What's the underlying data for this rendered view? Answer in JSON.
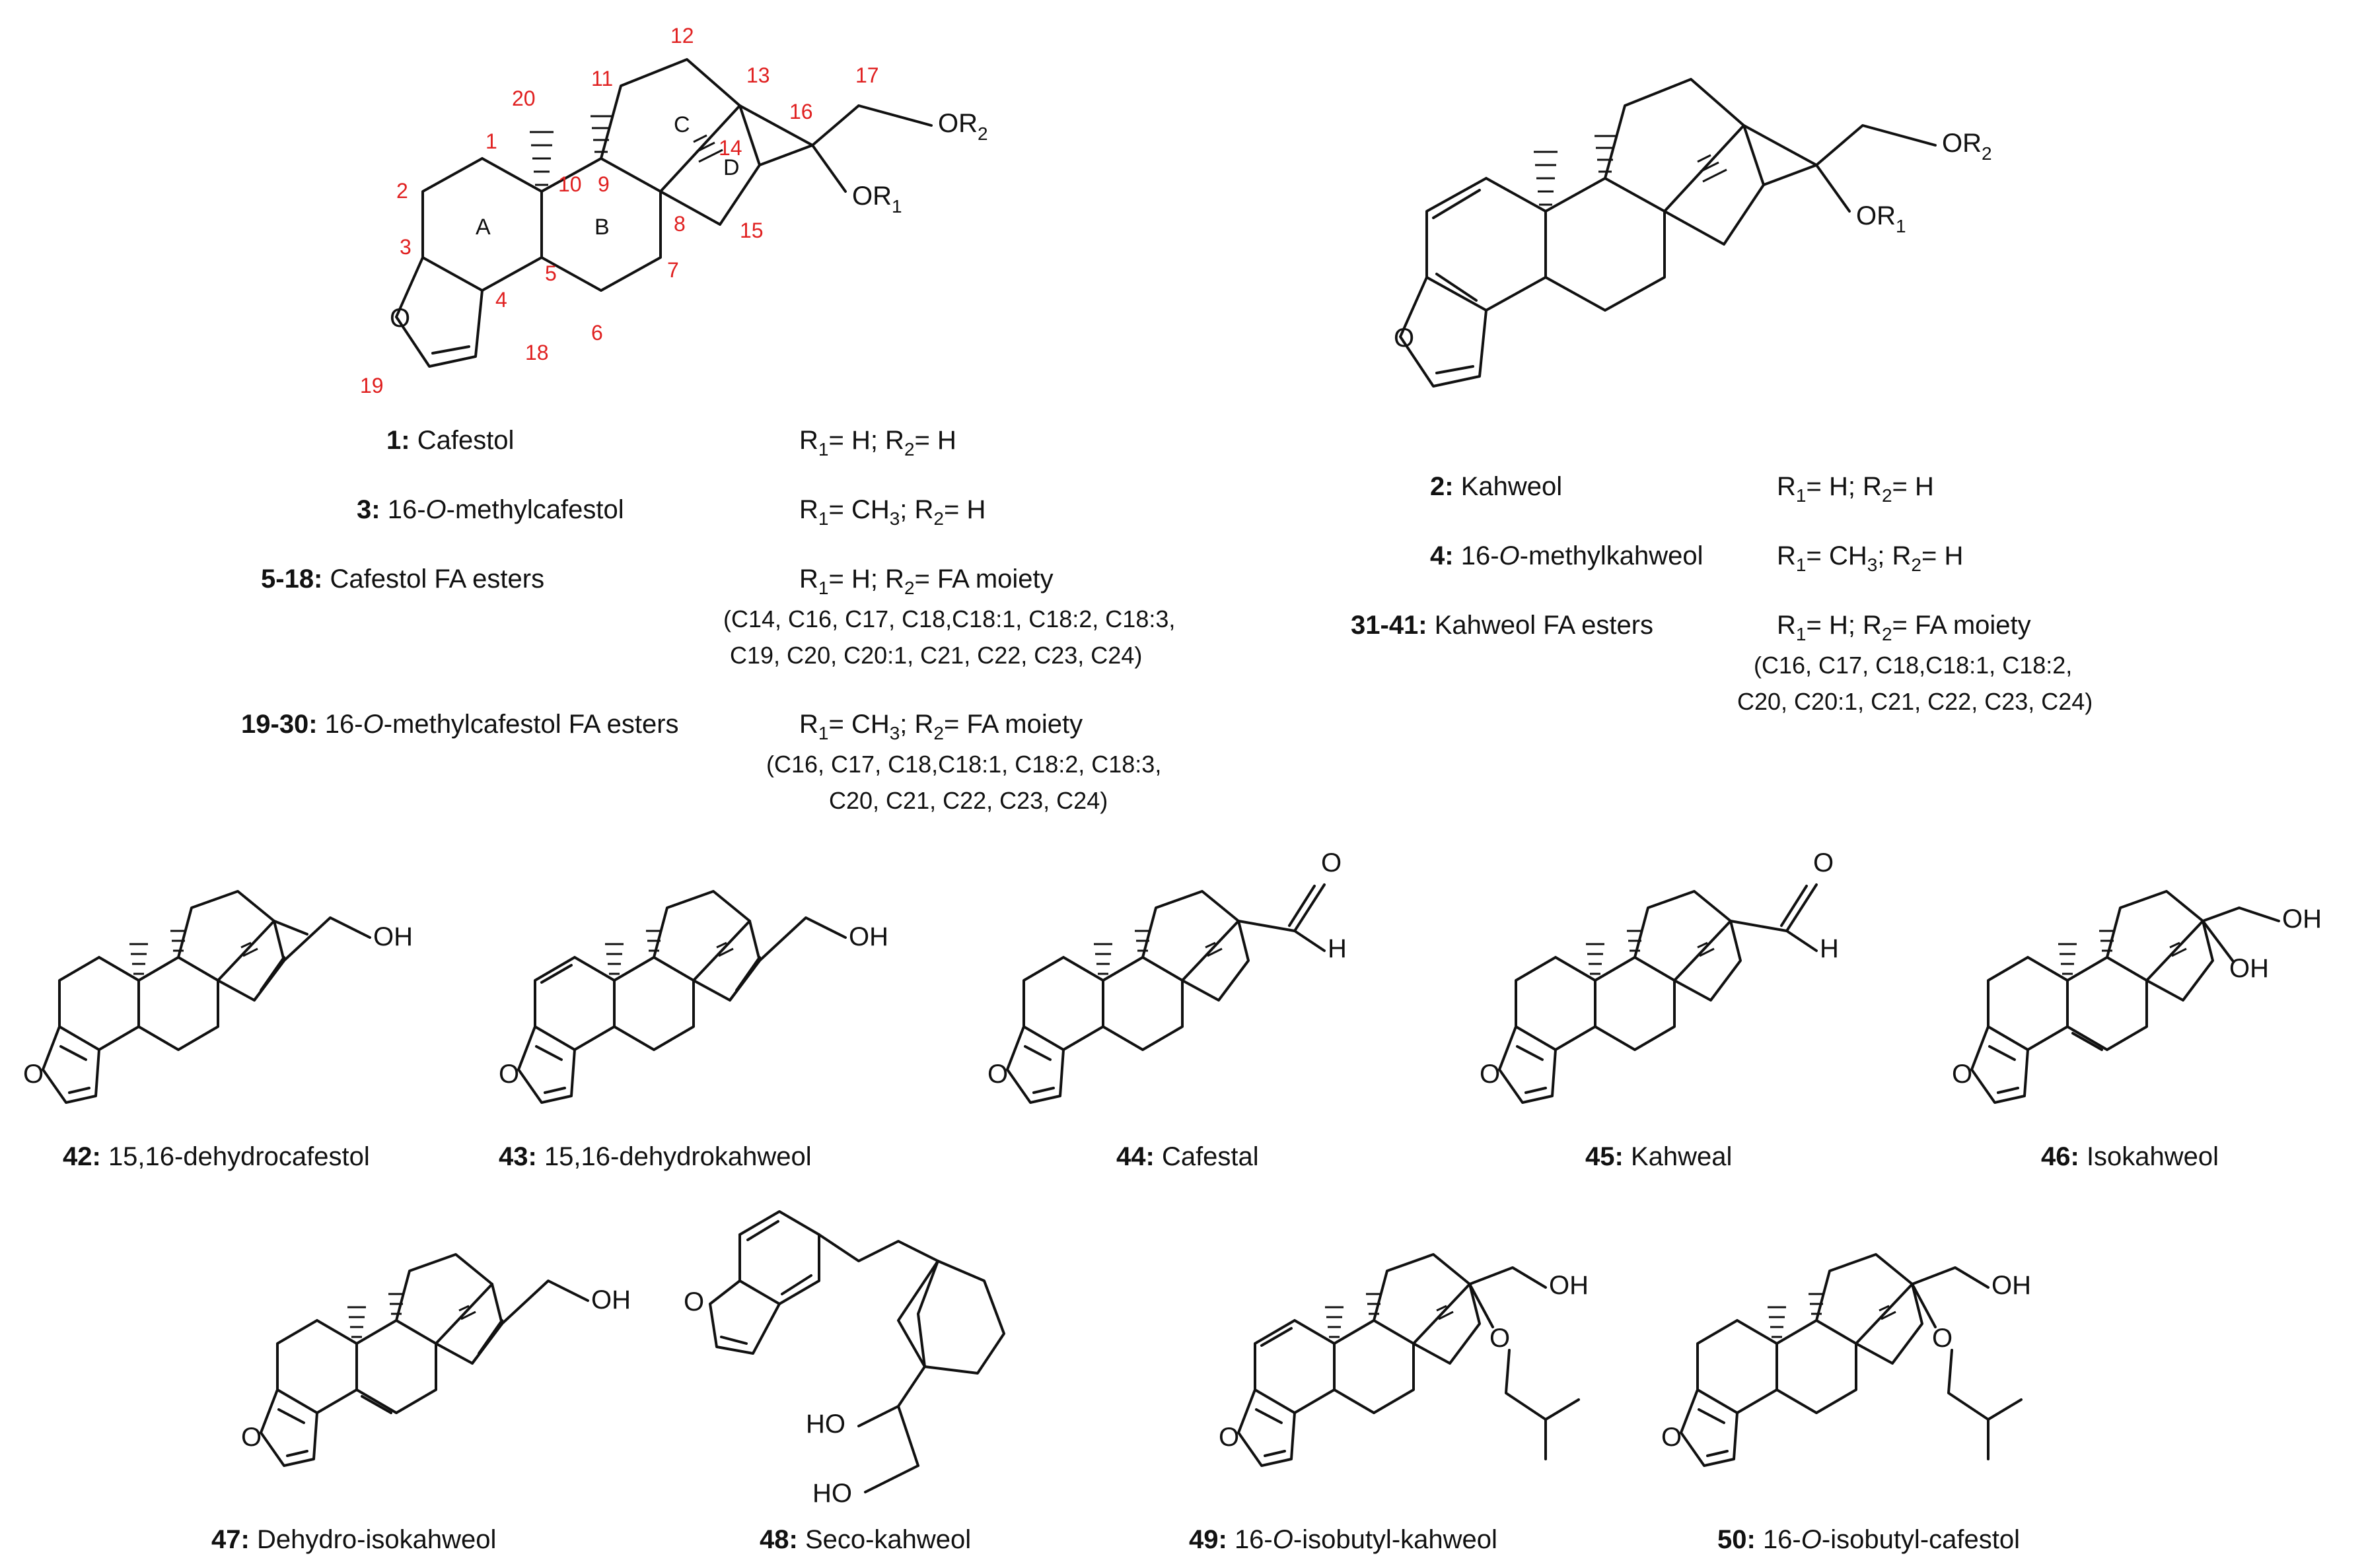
{
  "compounds": {
    "c1": {
      "id": "1:",
      "name": "Cafestol",
      "r": "R1 = H; R2 = H",
      "r1": "= H; R",
      "r2": "= H"
    },
    "c3": {
      "id": "3:",
      "name_pre": "16-",
      "name_it": "O",
      "name_post": "-methylcafestol",
      "r1": "= CH",
      "r2": "= H"
    },
    "c518": {
      "id": "5-18:",
      "name": "Cafestol FA esters",
      "r1": "= H; R",
      "r2": "= FA moiety",
      "chains1": "(C14, C16, C17, C18,C18:1, C18:2, C18:3,",
      "chains2": "C19, C20, C20:1, C21, C22, C23, C24)"
    },
    "c1930": {
      "id": "19-30:",
      "name_pre": "16-",
      "name_it": "O",
      "name_post": "-methylcafestol FA esters",
      "r1": "= CH",
      "r2": "= FA moiety",
      "chains1": "(C16, C17, C18,C18:1, C18:2, C18:3,",
      "chains2": "C20, C21, C22, C23, C24)"
    },
    "c2": {
      "id": "2:",
      "name": "Kahweol",
      "r1": "= H; R",
      "r2": "= H"
    },
    "c4": {
      "id": "4:",
      "name_pre": "16-",
      "name_it": "O",
      "name_post": "-methylkahweol",
      "r1": "= CH",
      "r2": "= H"
    },
    "c3141": {
      "id": "31-41:",
      "name": "Kahweol FA esters",
      "r1": "= H; R",
      "r2": "= FA moiety",
      "chains1": "(C16, C17, C18,C18:1, C18:2,",
      "chains2": "C20, C20:1, C21, C22, C23, C24)"
    },
    "c42": {
      "id": "42:",
      "name": "15,16-dehydrocafestol"
    },
    "c43": {
      "id": "43:",
      "name": "15,16-dehydrokahweol"
    },
    "c44": {
      "id": "44:",
      "name": "Cafestal"
    },
    "c45": {
      "id": "45:",
      "name": "Kahweal"
    },
    "c46": {
      "id": "46:",
      "name": "Isokahweol"
    },
    "c47": {
      "id": "47:",
      "name": "Dehydro-isokahweol"
    },
    "c48": {
      "id": "48:",
      "name": "Seco-kahweol"
    },
    "c49": {
      "id": "49:",
      "name_pre": "16-",
      "name_it": "O",
      "name_post": "-isobutyl-kahweol"
    },
    "c50": {
      "id": "50:",
      "name_pre": "16-",
      "name_it": "O",
      "name_post": "-isobutyl-cafestol"
    }
  },
  "atoms": {
    "O": "O",
    "OH": "OH",
    "HO": "HO",
    "H": "H",
    "OR": "OR",
    "R": "R",
    "sub1": "1",
    "sub2": "2",
    "sub3": "3"
  },
  "numbering": [
    "1",
    "2",
    "3",
    "4",
    "5",
    "6",
    "7",
    "8",
    "9",
    "10",
    "11",
    "12",
    "13",
    "14",
    "15",
    "16",
    "17",
    "18",
    "19",
    "20"
  ],
  "rings": [
    "A",
    "B",
    "C",
    "D"
  ],
  "colors": {
    "ink": "#111111",
    "numbering": "#e02020"
  }
}
